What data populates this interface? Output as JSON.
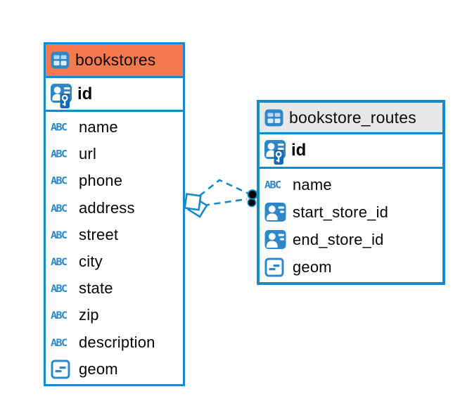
{
  "diagram": {
    "background": "#ffffff",
    "accent_blue": "#1789c9",
    "icon_blue": "#2e88c8",
    "orange_header": "#f67a4e",
    "gray_header": "#e7e7e7",
    "text_color": "#050505"
  },
  "icons": {
    "text_type_glyph": "ABC"
  },
  "tables": [
    {
      "name": "bookstores",
      "header_style": "orange",
      "columns": [
        {
          "label": "id",
          "type": "primary-key"
        },
        {
          "label": "name",
          "type": "text"
        },
        {
          "label": "url",
          "type": "text"
        },
        {
          "label": "phone",
          "type": "text"
        },
        {
          "label": "address",
          "type": "text"
        },
        {
          "label": "street",
          "type": "text"
        },
        {
          "label": "city",
          "type": "text"
        },
        {
          "label": "state",
          "type": "text"
        },
        {
          "label": "zip",
          "type": "text"
        },
        {
          "label": "description",
          "type": "text"
        },
        {
          "label": "geom",
          "type": "geometry"
        }
      ]
    },
    {
      "name": "bookstore_routes",
      "header_style": "gray",
      "columns": [
        {
          "label": "id",
          "type": "primary-key"
        },
        {
          "label": "name",
          "type": "text"
        },
        {
          "label": "start_store_id",
          "type": "foreign-key"
        },
        {
          "label": "end_store_id",
          "type": "foreign-key"
        },
        {
          "label": "geom",
          "type": "geometry"
        }
      ]
    }
  ],
  "relationships": [
    {
      "from_table": "bookstores",
      "to_table": "bookstore_routes",
      "line_style": "dashed",
      "from_marker": "diamond",
      "to_marker": "dot"
    },
    {
      "from_table": "bookstores",
      "to_table": "bookstore_routes",
      "line_style": "dashed",
      "from_marker": "diamond",
      "to_marker": "dot"
    }
  ]
}
